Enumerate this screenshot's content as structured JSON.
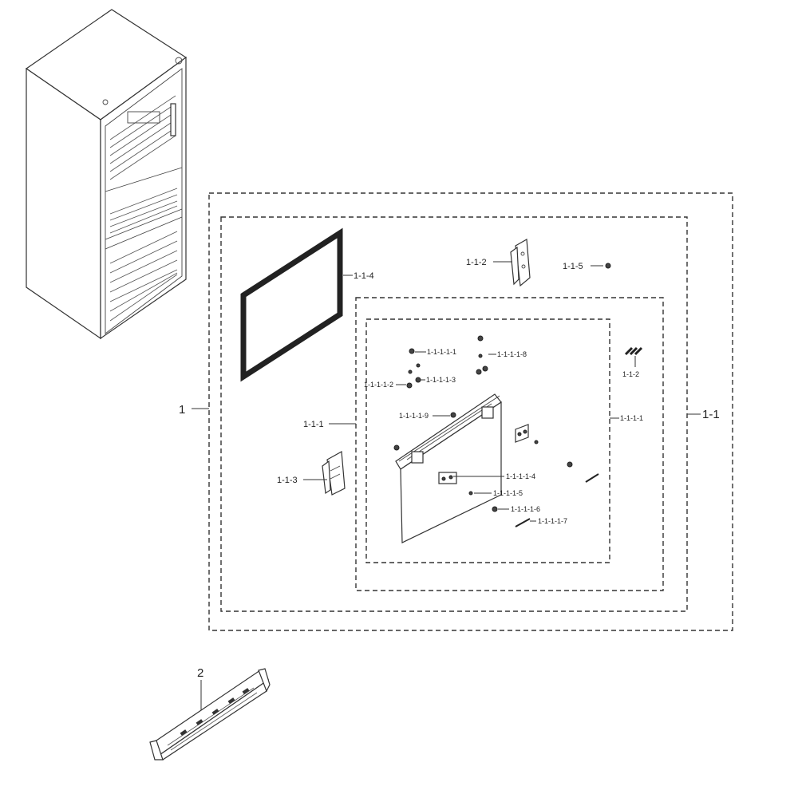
{
  "callouts": {
    "c_1": "1",
    "c_1_1": "1-1",
    "c_1_1_1_outer": "1-1-1",
    "c_1_1_1_inner": "1-1-1-1",
    "c_1_1_2_top": "1-1-2",
    "c_1_1_2_right": "1-1-2",
    "c_1_1_3": "1-1-3",
    "c_1_1_4": "1-1-4",
    "c_1_1_5": "1-1-5",
    "c_1_1_1_1_1": "1-1-1-1-1",
    "c_1_1_1_1_2": "1-1-1-1-2",
    "c_1_1_1_1_3": "1-1-1-1-3",
    "c_1_1_1_1_4": "1-1-1-1-4",
    "c_1_1_1_1_5": "1-1-1-1-5",
    "c_1_1_1_1_6": "1-1-1-1-6",
    "c_1_1_1_1_7": "1-1-1-1-7",
    "c_1_1_1_1_8": "1-1-1-1-8",
    "c_1_1_1_1_9": "1-1-1-1-9",
    "c_2": "2"
  }
}
